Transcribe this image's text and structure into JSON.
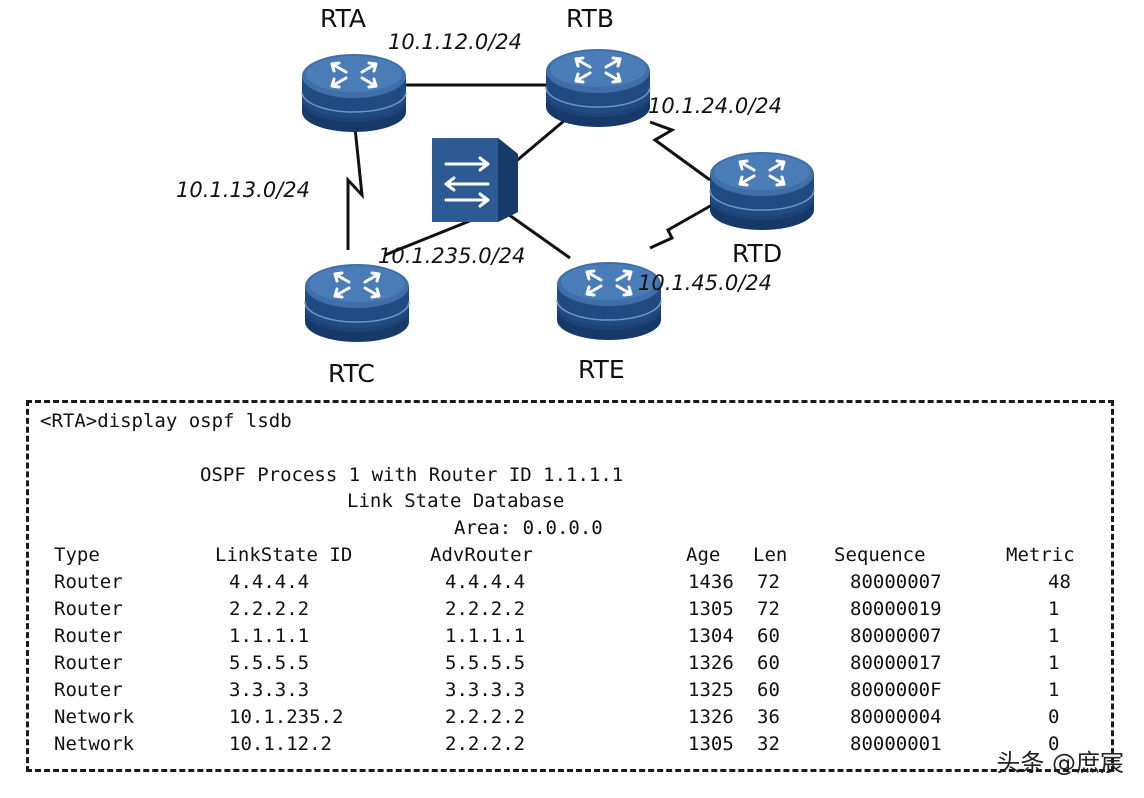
{
  "topology": {
    "routers": [
      {
        "name": "RTA"
      },
      {
        "name": "RTB"
      },
      {
        "name": "RTC"
      },
      {
        "name": "RTD"
      },
      {
        "name": "RTE"
      }
    ],
    "subnets": {
      "ab": "10.1.12.0/24",
      "bd": "10.1.24.0/24",
      "ac": "10.1.13.0/24",
      "bce": "10.1.235.0/24",
      "de": "10.1.45.0/24"
    }
  },
  "terminal": {
    "command": "<RTA>display ospf lsdb",
    "process_line": "OSPF Process 1 with Router ID 1.1.1.1",
    "db_title": "Link State Database",
    "area_line": "Area: 0.0.0.0",
    "columns": [
      "Type",
      "LinkState ID",
      "AdvRouter",
      "Age",
      "Len",
      "Sequence",
      "Metric"
    ],
    "rows": [
      [
        "Router",
        "4.4.4.4",
        "4.4.4.4",
        "1436",
        "72",
        "80000007",
        "48"
      ],
      [
        "Router",
        "2.2.2.2",
        "2.2.2.2",
        "1305",
        "72",
        "80000019",
        "1"
      ],
      [
        "Router",
        "1.1.1.1",
        "1.1.1.1",
        "1304",
        "60",
        "80000007",
        "1"
      ],
      [
        "Router",
        "5.5.5.5",
        "5.5.5.5",
        "1326",
        "60",
        "80000017",
        "1"
      ],
      [
        "Router",
        "3.3.3.3",
        "3.3.3.3",
        "1325",
        "60",
        "8000000F",
        "1"
      ],
      [
        "Network",
        "10.1.235.2",
        "2.2.2.2",
        "1326",
        "36",
        "80000004",
        "0"
      ],
      [
        "Network",
        "10.1.12.2",
        "2.2.2.2",
        "1305",
        "32",
        "80000001",
        "0"
      ]
    ]
  },
  "watermark": "头条 @庶宸",
  "colors": {
    "router_top": "#3f6ea8",
    "router_body": "#1f4a82",
    "router_dark": "#163763",
    "switch_face": "#2d5a93",
    "link": "#111111"
  }
}
